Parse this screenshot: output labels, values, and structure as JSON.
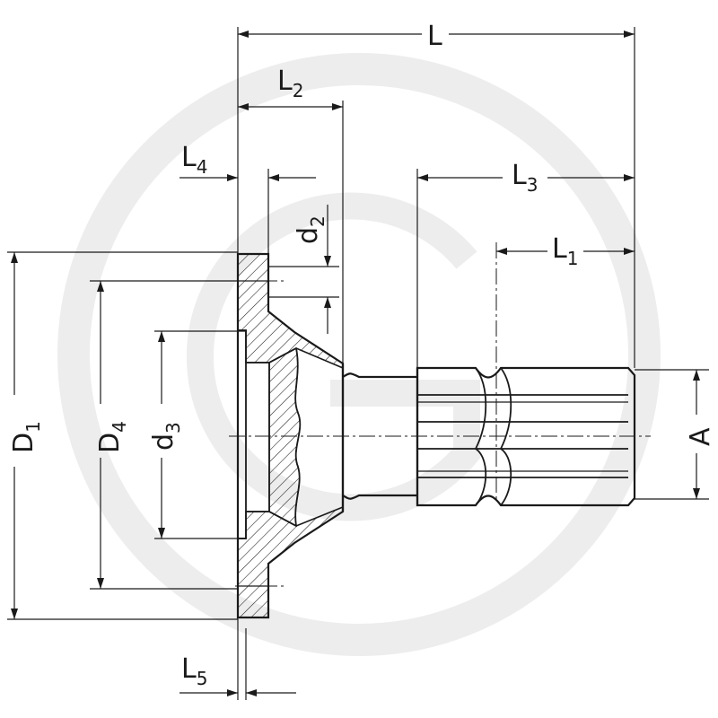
{
  "drawing": {
    "labels": {
      "L": {
        "main": "L",
        "sub": ""
      },
      "L1": {
        "main": "L",
        "sub": "1"
      },
      "L2": {
        "main": "L",
        "sub": "2"
      },
      "L3": {
        "main": "L",
        "sub": "3"
      },
      "L4": {
        "main": "L",
        "sub": "4"
      },
      "L5": {
        "main": "L",
        "sub": "5"
      },
      "d2": {
        "main": "d",
        "sub": "2"
      },
      "d3": {
        "main": "d",
        "sub": "3"
      },
      "D1": {
        "main": "D",
        "sub": "1"
      },
      "D4": {
        "main": "D",
        "sub": "4"
      },
      "A": {
        "main": "A",
        "sub": ""
      }
    },
    "colors": {
      "line": "#1a1a1a",
      "watermark": "#ededed",
      "background": "#ffffff"
    }
  }
}
